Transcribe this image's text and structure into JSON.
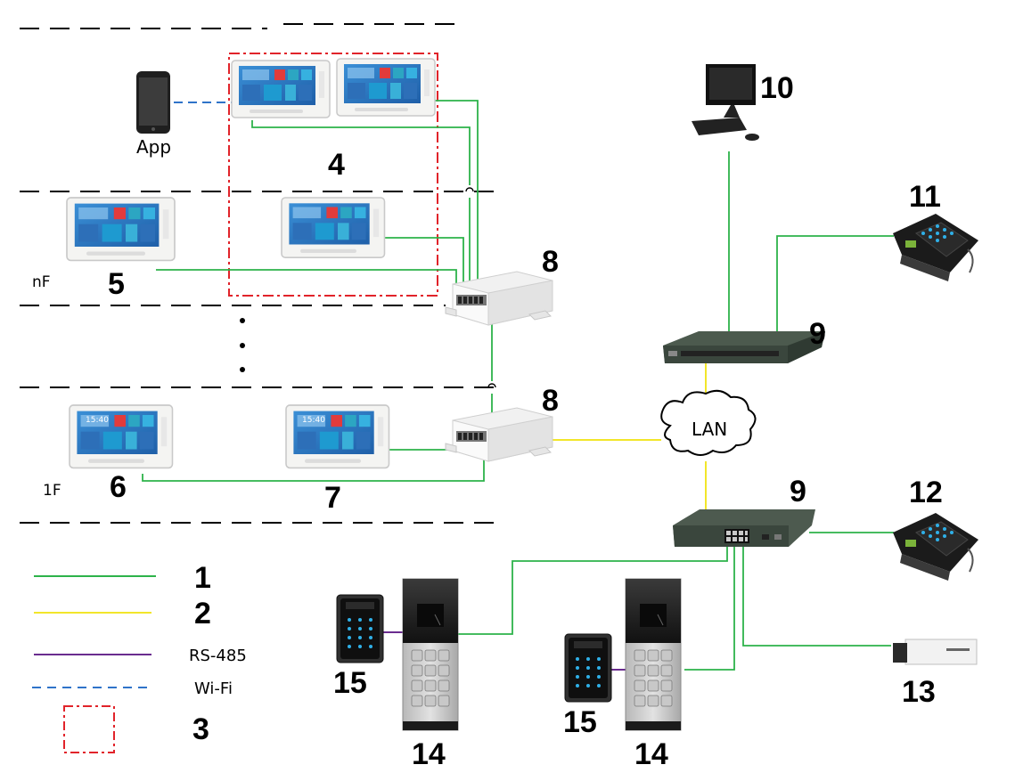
{
  "colors": {
    "line_type_1": "#2db34a",
    "line_type_2": "#f2e62a",
    "rs485": "#6a2c8f",
    "wifi": "#2f73c9",
    "group_box": "#e1232a"
  },
  "floors": {
    "top_label": "nF",
    "bottom_label": "1F"
  },
  "devices": {
    "app_label": "App",
    "lan_label": "LAN",
    "screen_time": "15:40",
    "callouts": {
      "group_4": "4",
      "monitor_5": "5",
      "monitor_6": "6",
      "monitor_7": "7",
      "distributor_top": "8",
      "distributor_bottom": "8",
      "switch_top": "9",
      "switch_bottom": "9",
      "pc": "10",
      "station_11": "11",
      "station_12": "12",
      "camera": "13",
      "door_station_left": "14",
      "door_station_right": "14",
      "reader_left": "15",
      "reader_right": "15"
    }
  },
  "legend": {
    "items": [
      {
        "key": "1",
        "text": ""
      },
      {
        "key": "2",
        "text": ""
      },
      {
        "key": "",
        "text": "RS-485"
      },
      {
        "key": "",
        "text": "Wi-Fi"
      },
      {
        "key": "3",
        "text": ""
      }
    ]
  },
  "icons": [
    "smartphone-icon",
    "indoor-monitor-icon",
    "distributor-icon",
    "network-switch-icon",
    "computer-icon",
    "cloud-icon",
    "master-station-icon",
    "camera-icon",
    "door-station-icon",
    "card-reader-icon"
  ]
}
